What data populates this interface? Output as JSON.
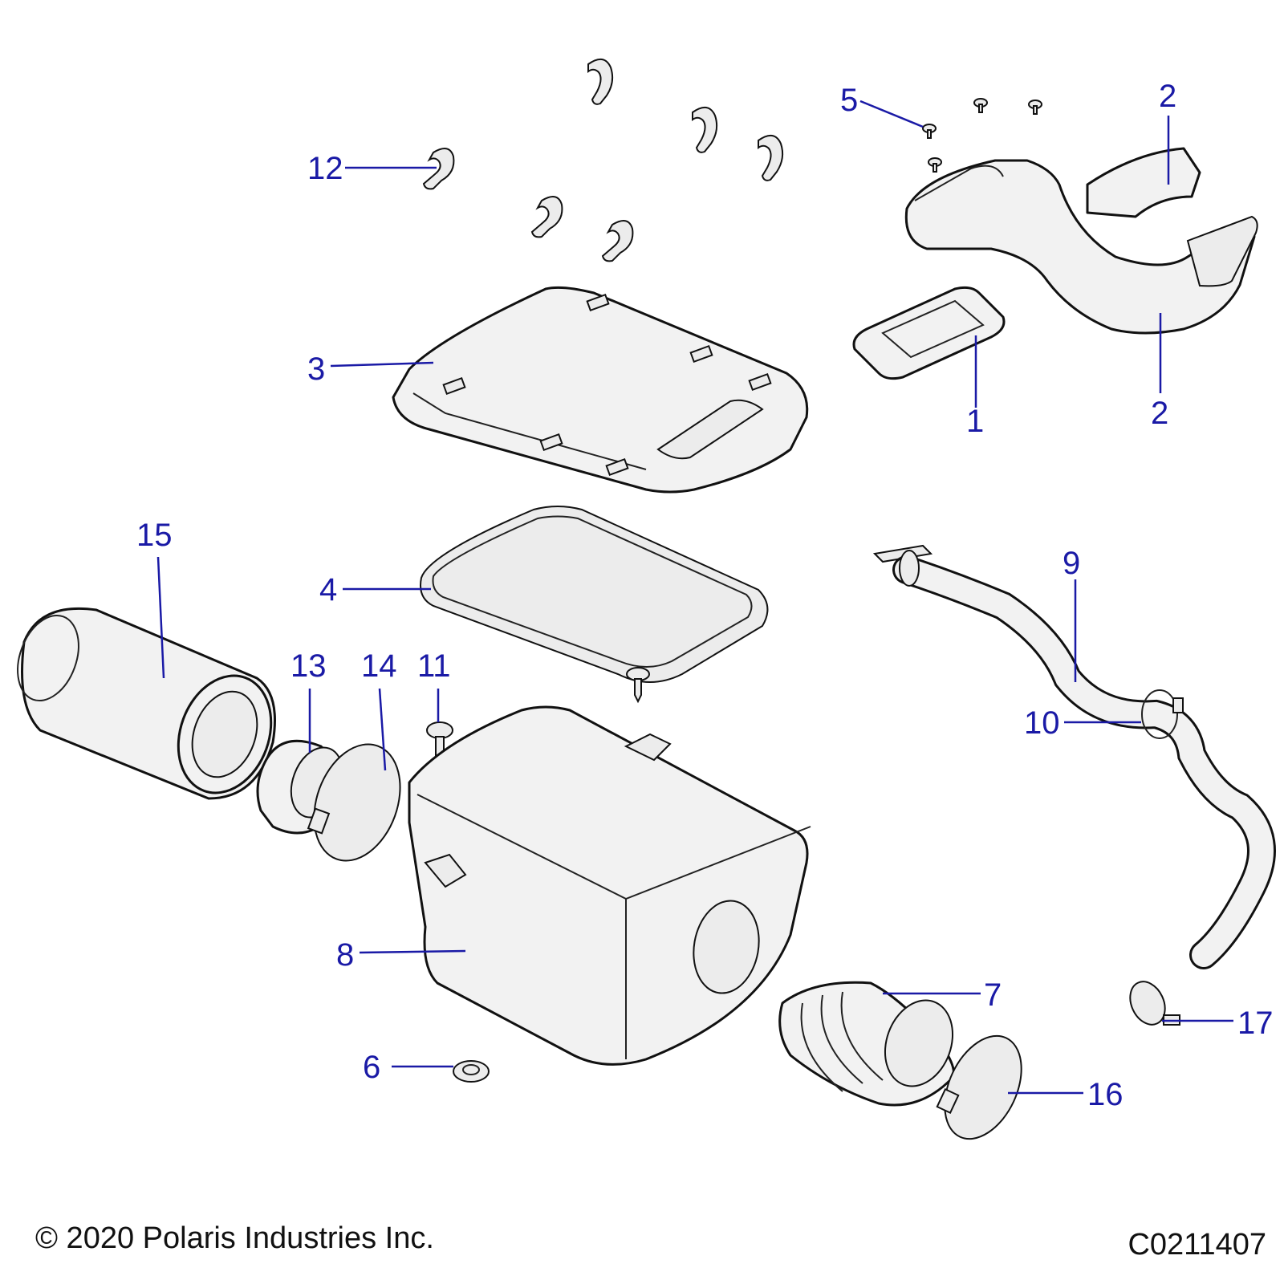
{
  "callouts": [
    {
      "id": "1",
      "label": "1"
    },
    {
      "id": "2a",
      "label": "2"
    },
    {
      "id": "2b",
      "label": "2"
    },
    {
      "id": "3",
      "label": "3"
    },
    {
      "id": "4",
      "label": "4"
    },
    {
      "id": "5",
      "label": "5"
    },
    {
      "id": "6",
      "label": "6"
    },
    {
      "id": "7",
      "label": "7"
    },
    {
      "id": "8",
      "label": "8"
    },
    {
      "id": "9",
      "label": "9"
    },
    {
      "id": "10",
      "label": "10"
    },
    {
      "id": "11",
      "label": "11"
    },
    {
      "id": "12",
      "label": "12"
    },
    {
      "id": "13",
      "label": "13"
    },
    {
      "id": "14",
      "label": "14"
    },
    {
      "id": "15",
      "label": "15"
    },
    {
      "id": "16",
      "label": "16"
    },
    {
      "id": "17",
      "label": "17"
    }
  ],
  "footer": {
    "copyright": "© 2020 Polaris Industries Inc.",
    "figure_code": "C0211407"
  },
  "colors": {
    "callout": "#1a1aa6",
    "outline": "#111111"
  }
}
